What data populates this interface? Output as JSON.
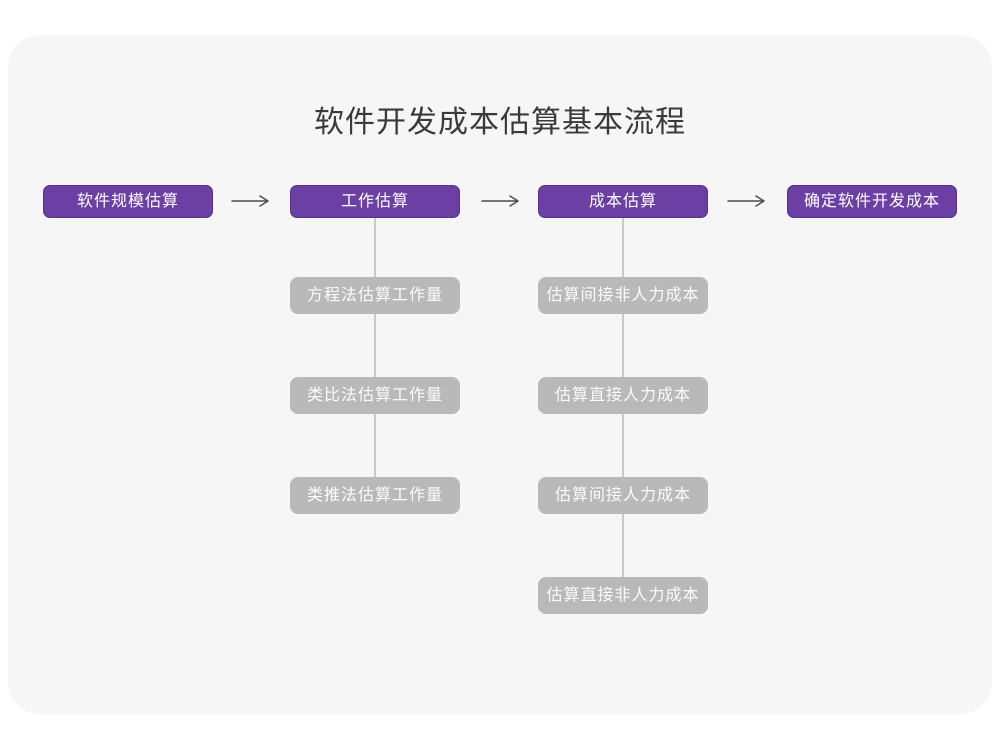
{
  "page": {
    "title": "软件开发成本估算基本流程"
  },
  "colors": {
    "panel_bg": "#f6f6f7",
    "stage_fill": "#6c3fa4",
    "stage_border": "#57328b",
    "sub_fill": "#b9b9b9",
    "connector": "#c9c9c9",
    "arrow": "#4d4d4d",
    "title_text": "#3a3a3a"
  },
  "flow": {
    "stages": [
      {
        "label": "软件规模估算"
      },
      {
        "label": "工作估算"
      },
      {
        "label": "成本估算"
      },
      {
        "label": "确定软件开发成本"
      }
    ],
    "work_estimation_methods": [
      "方程法估算工作量",
      "类比法估算工作量",
      "类推法估算工作量"
    ],
    "cost_estimation_steps": [
      "估算间接非人力成本",
      "估算直接人力成本",
      "估算间接人力成本",
      "估算直接非人力成本"
    ]
  }
}
